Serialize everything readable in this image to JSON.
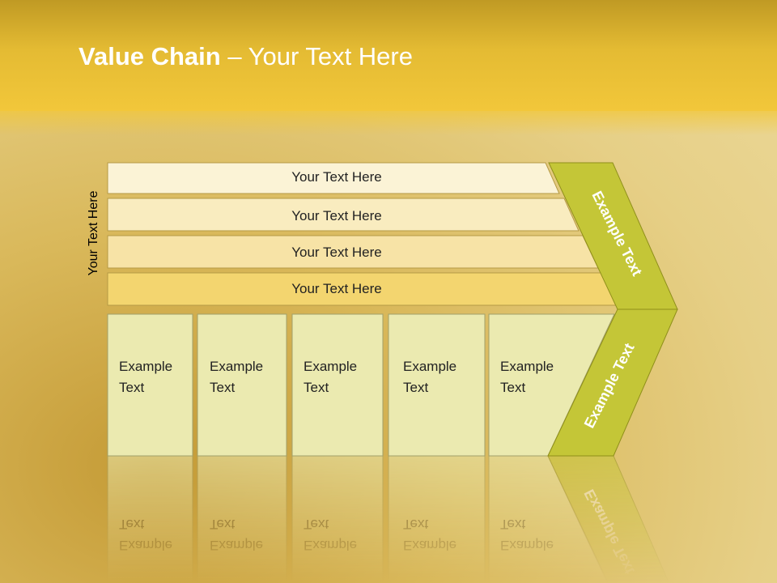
{
  "title": {
    "bold": "Value Chain",
    "rest": " – Your Text Here"
  },
  "side_label": "Your Text Here",
  "rows": [
    {
      "label": "Your Text Here",
      "fill": "#fbf3d6"
    },
    {
      "label": "Your Text Here",
      "fill": "#f9ecbf"
    },
    {
      "label": "Your Text Here",
      "fill": "#f7e3a6"
    },
    {
      "label": "Your Text Here",
      "fill": "#f3d56f"
    }
  ],
  "boxes": [
    {
      "line1": "Example",
      "line2": "Text"
    },
    {
      "line1": "Example",
      "line2": "Text"
    },
    {
      "line1": "Example",
      "line2": "Text"
    },
    {
      "line1": "Example",
      "line2": "Text"
    },
    {
      "line1": "Example",
      "line2": "Text"
    }
  ],
  "chevron": {
    "upper_text": "Example Text",
    "lower_text": "Example Text",
    "fill": "#c4c637",
    "stroke": "#8f8f1a"
  },
  "colors": {
    "box_fill": "#ebeab0",
    "box_stroke": "#a0a06a",
    "row_stroke": "#b59a45"
  }
}
